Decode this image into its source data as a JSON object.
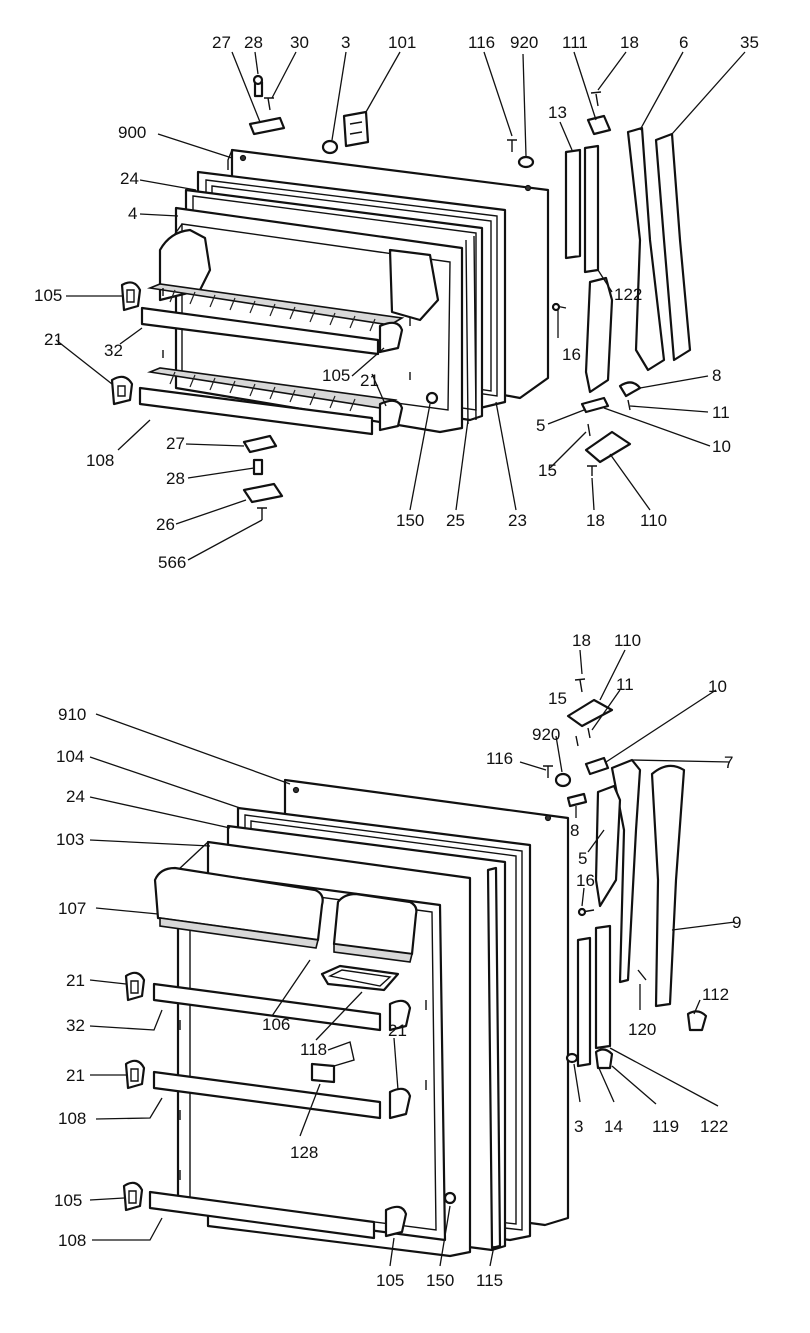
{
  "upper_door_callouts": [
    {
      "id": "u27a",
      "text": "27"
    },
    {
      "id": "u28a",
      "text": "28"
    },
    {
      "id": "u30",
      "text": "30"
    },
    {
      "id": "u3",
      "text": "3"
    },
    {
      "id": "u101",
      "text": "101"
    },
    {
      "id": "u116",
      "text": "116"
    },
    {
      "id": "u920",
      "text": "920"
    },
    {
      "id": "u111",
      "text": "111"
    },
    {
      "id": "u18a",
      "text": "18"
    },
    {
      "id": "u6",
      "text": "6"
    },
    {
      "id": "u35",
      "text": "35"
    },
    {
      "id": "u900",
      "text": "900"
    },
    {
      "id": "u24",
      "text": "24"
    },
    {
      "id": "u4",
      "text": "4"
    },
    {
      "id": "u13",
      "text": "13"
    },
    {
      "id": "u122",
      "text": "122"
    },
    {
      "id": "u105a",
      "text": "105"
    },
    {
      "id": "u16",
      "text": "16"
    },
    {
      "id": "u32",
      "text": "32"
    },
    {
      "id": "u21a",
      "text": "21"
    },
    {
      "id": "u105b",
      "text": "105"
    },
    {
      "id": "u21b",
      "text": "21"
    },
    {
      "id": "u8",
      "text": "8"
    },
    {
      "id": "u11",
      "text": "11"
    },
    {
      "id": "u5",
      "text": "5"
    },
    {
      "id": "u10",
      "text": "10"
    },
    {
      "id": "u108",
      "text": "108"
    },
    {
      "id": "u27b",
      "text": "27"
    },
    {
      "id": "u15",
      "text": "15"
    },
    {
      "id": "u28b",
      "text": "28"
    },
    {
      "id": "u26",
      "text": "26"
    },
    {
      "id": "u150",
      "text": "150"
    },
    {
      "id": "u25",
      "text": "25"
    },
    {
      "id": "u23",
      "text": "23"
    },
    {
      "id": "u18b",
      "text": "18"
    },
    {
      "id": "u110",
      "text": "110"
    },
    {
      "id": "u566",
      "text": "566"
    }
  ],
  "lower_door_callouts": [
    {
      "id": "l18",
      "text": "18"
    },
    {
      "id": "l110",
      "text": "110"
    },
    {
      "id": "l15",
      "text": "15"
    },
    {
      "id": "l11",
      "text": "11"
    },
    {
      "id": "l10",
      "text": "10"
    },
    {
      "id": "l910",
      "text": "910"
    },
    {
      "id": "l920",
      "text": "920"
    },
    {
      "id": "l116",
      "text": "116"
    },
    {
      "id": "l7",
      "text": "7"
    },
    {
      "id": "l104",
      "text": "104"
    },
    {
      "id": "l24",
      "text": "24"
    },
    {
      "id": "l8",
      "text": "8"
    },
    {
      "id": "l103",
      "text": "103"
    },
    {
      "id": "l5",
      "text": "5"
    },
    {
      "id": "l16",
      "text": "16"
    },
    {
      "id": "l107",
      "text": "107"
    },
    {
      "id": "l9",
      "text": "9"
    },
    {
      "id": "l21a",
      "text": "21"
    },
    {
      "id": "l112",
      "text": "112"
    },
    {
      "id": "l32",
      "text": "32"
    },
    {
      "id": "l106",
      "text": "106"
    },
    {
      "id": "l118",
      "text": "118"
    },
    {
      "id": "l120",
      "text": "120"
    },
    {
      "id": "l21b",
      "text": "21"
    },
    {
      "id": "l21c",
      "text": "21"
    },
    {
      "id": "l3",
      "text": "3"
    },
    {
      "id": "l14",
      "text": "14"
    },
    {
      "id": "l119",
      "text": "119"
    },
    {
      "id": "l122",
      "text": "122"
    },
    {
      "id": "l108a",
      "text": "108"
    },
    {
      "id": "l128",
      "text": "128"
    },
    {
      "id": "l105a",
      "text": "105"
    },
    {
      "id": "l108b",
      "text": "108"
    },
    {
      "id": "l105b",
      "text": "105"
    },
    {
      "id": "l150",
      "text": "150"
    },
    {
      "id": "l115",
      "text": "115"
    }
  ]
}
